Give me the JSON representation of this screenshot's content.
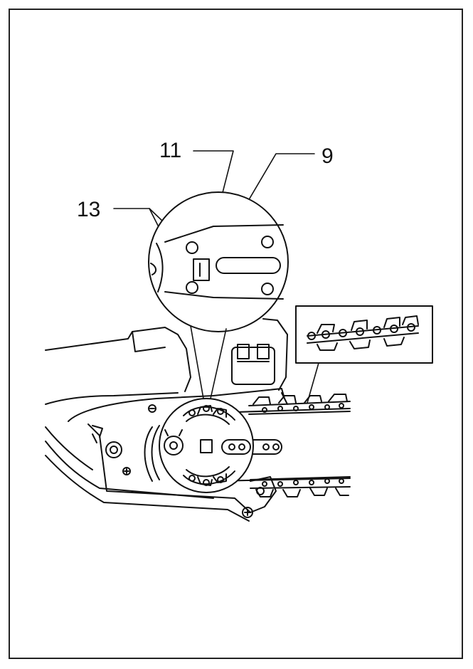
{
  "figure": {
    "callouts": [
      {
        "id": "callout-11",
        "label": "11"
      },
      {
        "id": "callout-9",
        "label": "9"
      },
      {
        "id": "callout-13",
        "label": "13"
      }
    ]
  },
  "colors": {
    "line": "#111111",
    "background": "#ffffff"
  }
}
